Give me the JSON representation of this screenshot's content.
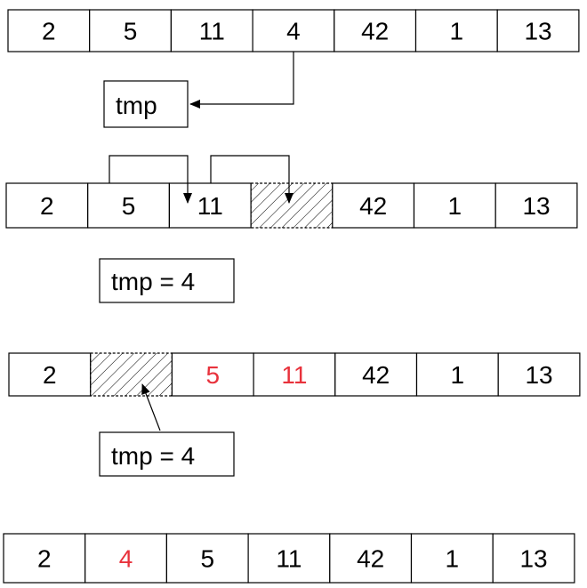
{
  "hatch_label_color": "#000000",
  "colors": {
    "stroke": "#000000",
    "text": "#000000",
    "highlight": "#e8323c",
    "background": "#ffffff"
  },
  "rows": [
    {
      "cells": [
        {
          "text": "2",
          "red": false,
          "hatched": false
        },
        {
          "text": "5",
          "red": false,
          "hatched": false
        },
        {
          "text": "11",
          "red": false,
          "hatched": false
        },
        {
          "text": "4",
          "red": false,
          "hatched": false
        },
        {
          "text": "42",
          "red": false,
          "hatched": false
        },
        {
          "text": "1",
          "red": false,
          "hatched": false
        },
        {
          "text": "13",
          "red": false,
          "hatched": false
        }
      ]
    },
    {
      "cells": [
        {
          "text": "2",
          "red": false,
          "hatched": false
        },
        {
          "text": "5",
          "red": false,
          "hatched": false
        },
        {
          "text": "11",
          "red": false,
          "hatched": false
        },
        {
          "text": "",
          "red": false,
          "hatched": true
        },
        {
          "text": "42",
          "red": false,
          "hatched": false
        },
        {
          "text": "1",
          "red": false,
          "hatched": false
        },
        {
          "text": "13",
          "red": false,
          "hatched": false
        }
      ]
    },
    {
      "cells": [
        {
          "text": "2",
          "red": false,
          "hatched": false
        },
        {
          "text": "",
          "red": false,
          "hatched": true
        },
        {
          "text": "5",
          "red": true,
          "hatched": false
        },
        {
          "text": "11",
          "red": true,
          "hatched": false
        },
        {
          "text": "42",
          "red": false,
          "hatched": false
        },
        {
          "text": "1",
          "red": false,
          "hatched": false
        },
        {
          "text": "13",
          "red": false,
          "hatched": false
        }
      ]
    },
    {
      "cells": [
        {
          "text": "2",
          "red": false,
          "hatched": false
        },
        {
          "text": "4",
          "red": true,
          "hatched": false
        },
        {
          "text": "5",
          "red": false,
          "hatched": false
        },
        {
          "text": "11",
          "red": false,
          "hatched": false
        },
        {
          "text": "42",
          "red": false,
          "hatched": false
        },
        {
          "text": "1",
          "red": false,
          "hatched": false
        },
        {
          "text": "13",
          "red": false,
          "hatched": false
        }
      ]
    }
  ],
  "tmp_boxes": [
    {
      "text": "tmp"
    },
    {
      "text": "tmp = 4"
    },
    {
      "text": "tmp = 4"
    }
  ]
}
